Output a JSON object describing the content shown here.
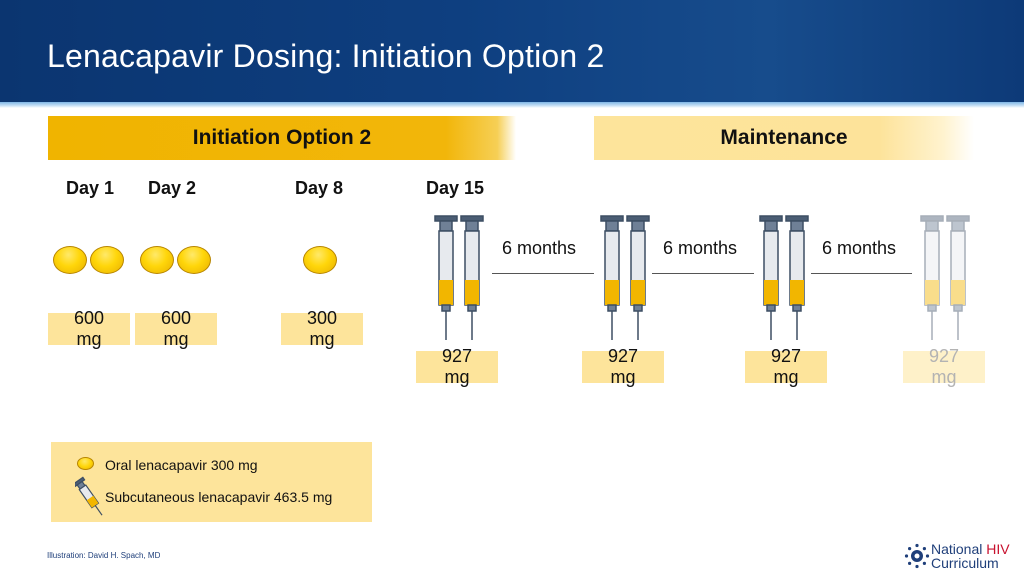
{
  "header": {
    "title": "Lenacapavir Dosing: Initiation Option 2"
  },
  "phases": {
    "initiation": "Initiation Option 2",
    "maintenance": "Maintenance"
  },
  "days": [
    "Day 1",
    "Day 2",
    "Day 8",
    "Day 15"
  ],
  "oral_doses": [
    {
      "value": "600",
      "unit": "mg"
    },
    {
      "value": "600",
      "unit": "mg"
    },
    {
      "value": "300",
      "unit": "mg"
    }
  ],
  "injection_doses": [
    {
      "value": "927",
      "unit": "mg"
    },
    {
      "value": "927",
      "unit": "mg"
    },
    {
      "value": "927",
      "unit": "mg"
    },
    {
      "value": "927",
      "unit": "mg"
    }
  ],
  "intervals": [
    "6 months",
    "6 months",
    "6 months"
  ],
  "legend": {
    "oral": "Oral lenacapavir 300 mg",
    "subcutaneous": "Subcutaneous lenacapavir 463.5 mg"
  },
  "credit": "Illustration: David H. Spach, MD",
  "logo": {
    "line1": "National",
    "line1_accent": "HIV",
    "line2": "Curriculum"
  },
  "colors": {
    "header": "#0e3f80",
    "initiation": "#f0b400",
    "maintenance": "#fde49b",
    "pill": "#ffd60a"
  }
}
